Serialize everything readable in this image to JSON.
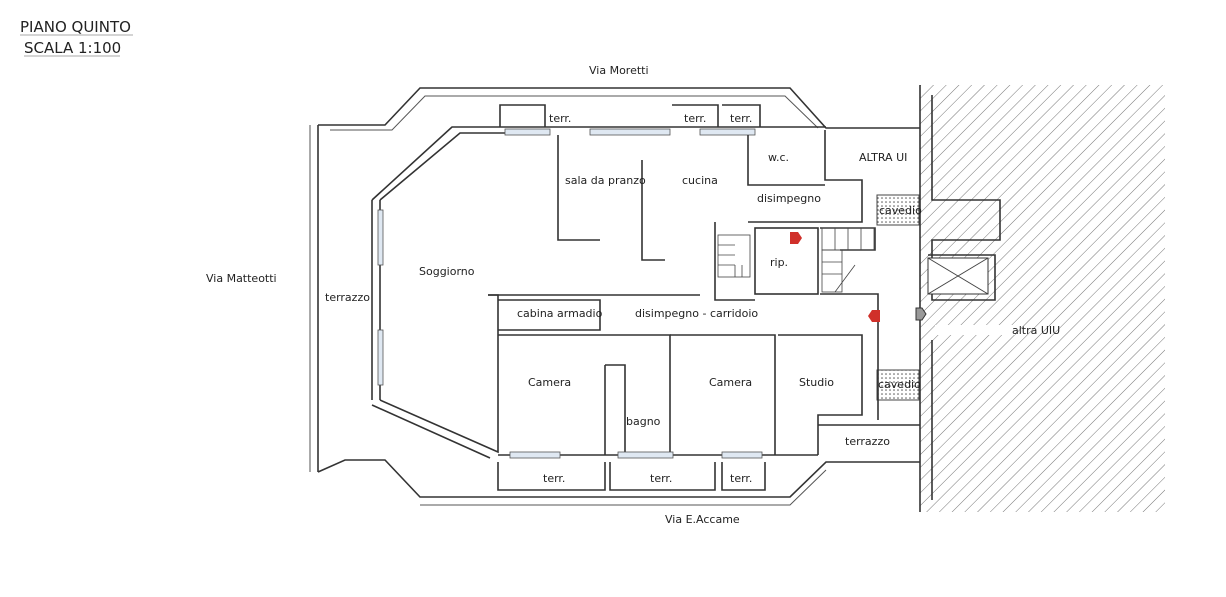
{
  "header": {
    "title": "PIANO QUINTO",
    "scale": "SCALA 1:100"
  },
  "streets": {
    "top": "Via Moretti",
    "left": "Via Matteotti",
    "bottom": "Via E.Accame"
  },
  "rooms": {
    "terr_top_1": "terr.",
    "terr_top_2": "terr.",
    "terr_top_3": "terr.",
    "sala": "sala da pranzo",
    "cucina": "cucina",
    "wc": "w.c.",
    "altra_ui": "ALTRA UI",
    "disimpegno": "disimpegno",
    "cavedio_top": "cavedio",
    "rip": "rip.",
    "soggiorno": "Soggiorno",
    "terrazzo_left": "terrazzo",
    "cabina": "cabina armadio",
    "corridoio": "disimpegno - carridoio",
    "camera_1": "Camera",
    "camera_2": "Camera",
    "studio": "Studio",
    "cavedio_bottom": "cavedio",
    "bagno": "bagno",
    "terrazzo_right": "terrazzo",
    "terr_bot_1": "terr.",
    "terr_bot_2": "terr.",
    "terr_bot_3": "terr.",
    "altra_uiu": "altra UIU"
  },
  "colors": {
    "entry_arrow": "#d0302a",
    "hatch": "#666666",
    "window": "#dfe8f2"
  }
}
